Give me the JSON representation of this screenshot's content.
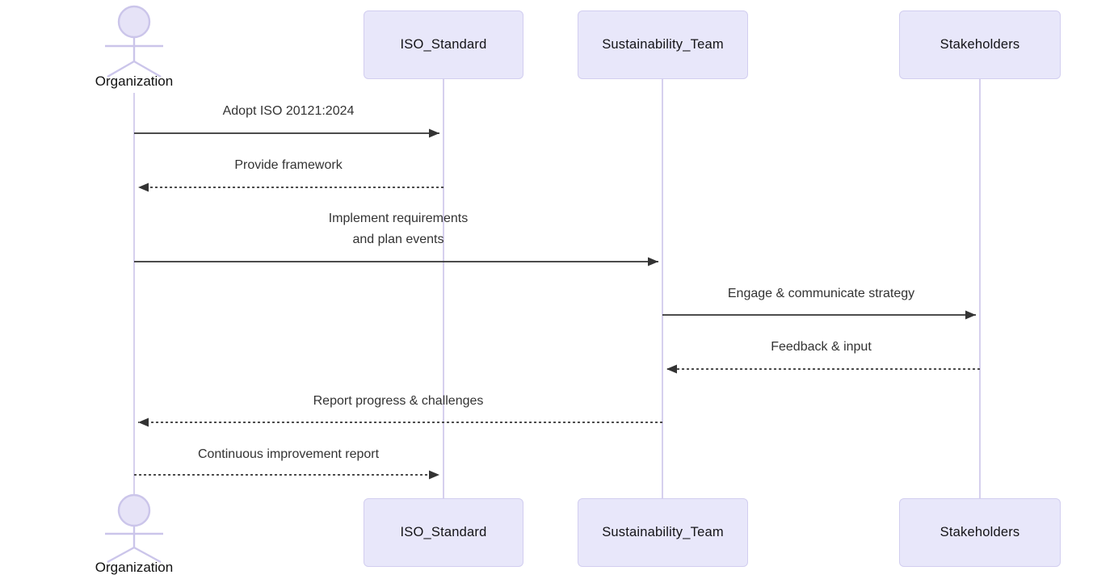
{
  "diagram": {
    "type": "sequence-diagram",
    "actors": [
      {
        "id": "organization",
        "label": "Organization",
        "kind": "actor"
      },
      {
        "id": "iso_standard",
        "label": "ISO_Standard",
        "kind": "participant"
      },
      {
        "id": "sustainability_team",
        "label": "Sustainability_Team",
        "kind": "participant"
      },
      {
        "id": "stakeholders",
        "label": "Stakeholders",
        "kind": "participant"
      }
    ],
    "messages": [
      {
        "from": "Organization",
        "to": "ISO_Standard",
        "text": "Adopt ISO 20121:2024",
        "line": "solid"
      },
      {
        "from": "ISO_Standard",
        "to": "Organization",
        "text": "Provide framework",
        "line": "dashed"
      },
      {
        "from": "Organization",
        "to": "Sustainability_Team",
        "text": "Implement requirements\nand plan events",
        "line": "solid"
      },
      {
        "from": "Sustainability_Team",
        "to": "Stakeholders",
        "text": "Engage & communicate strategy",
        "line": "solid"
      },
      {
        "from": "Stakeholders",
        "to": "Sustainability_Team",
        "text": "Feedback & input",
        "line": "dashed"
      },
      {
        "from": "Sustainability_Team",
        "to": "Organization",
        "text": "Report progress & challenges",
        "line": "dashed"
      },
      {
        "from": "Organization",
        "to": "ISO_Standard",
        "text": "Continuous improvement report",
        "line": "dashed"
      }
    ],
    "colors": {
      "participant_fill": "#e8e7fa",
      "participant_border": "#d2cef0",
      "lifeline": "#cbc5ea",
      "actor_stroke": "#cbc5ea",
      "actor_head_fill": "#e6e3f7",
      "arrow": "#333333",
      "text": "#333333",
      "background": "#ffffff"
    }
  }
}
